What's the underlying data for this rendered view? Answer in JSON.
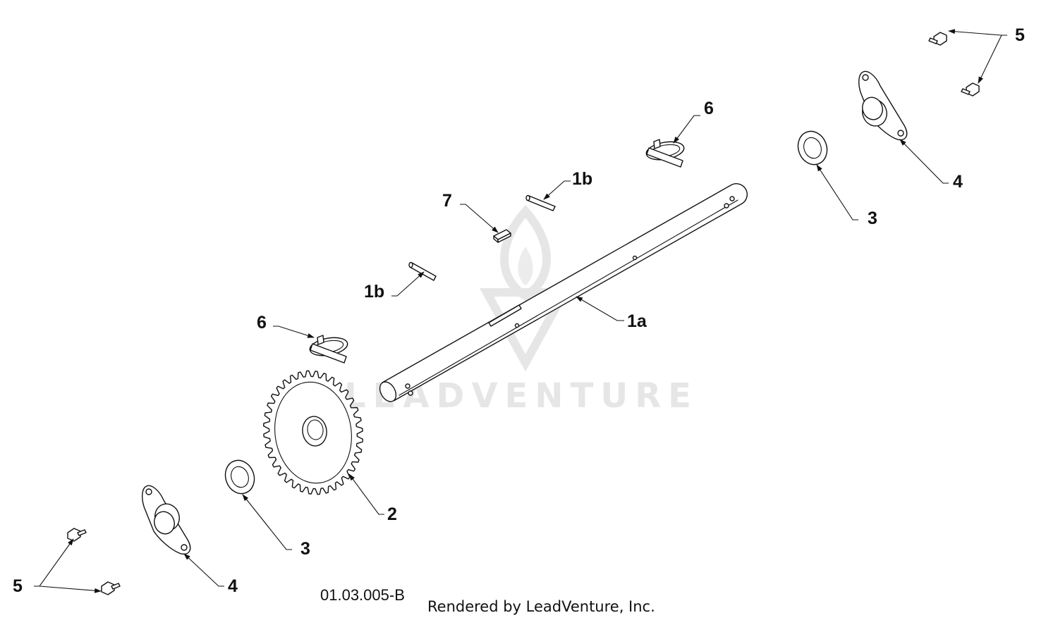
{
  "watermark": {
    "text": "LEADVENTURE"
  },
  "callouts": {
    "c_1a": "1a",
    "c_1b_upper": "1b",
    "c_1b_lower": "1b",
    "c_2": "2",
    "c_3_right": "3",
    "c_3_left": "3",
    "c_4_right": "4",
    "c_4_left": "4",
    "c_5_right": "5",
    "c_5_left": "5",
    "c_6_right": "6",
    "c_6_left": "6",
    "c_7": "7"
  },
  "footer": {
    "drawing_code": "01.03.005-B",
    "credit": "Rendered by LeadVenture, Inc."
  }
}
